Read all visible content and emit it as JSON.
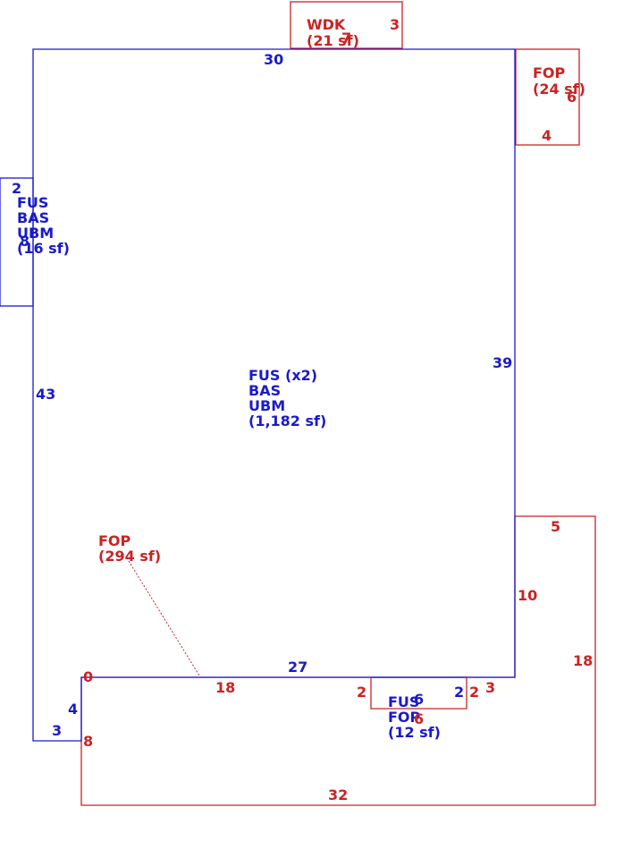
{
  "colors": {
    "blue": "#1a1acc",
    "red": "#cc2222"
  },
  "areas": {
    "main": {
      "lines": [
        "FUS (x2)",
        "BAS",
        "UBM",
        "(1,182 sf)"
      ]
    },
    "left_bump": {
      "lines": [
        "FUS",
        "BAS",
        "UBM",
        "(16 sf)"
      ]
    },
    "wdk": {
      "lines": [
        "WDK",
        "(21 sf)"
      ]
    },
    "fop_top": {
      "lines": [
        "FOP",
        "(24 sf)"
      ]
    },
    "fop_large": {
      "lines": [
        "FOP",
        "(294 sf)"
      ]
    },
    "fop_small": {
      "lines": [
        "FUS",
        "FOP",
        "(12 sf)"
      ]
    }
  },
  "dimensions": {
    "main_top": "30",
    "main_right": "39",
    "main_left": "43",
    "main_bottom": "27",
    "bottom_left_vertical": "4",
    "bottom_left_horizontal": "3",
    "left_bump_top": "2",
    "left_bump_side": "8",
    "wdk_width": "7",
    "wdk_height": "3",
    "fop_top_side": "6",
    "fop_top_bottom": "4",
    "fop_large_zero": "0",
    "fop_large_18": "18",
    "fop_large_left": "8",
    "fop_large_bottom": "32",
    "fop_large_right": "18",
    "fop_large_top": "5",
    "fop_large_step": "10",
    "fop_large_step_bottom": "3",
    "fop_small_left": "2",
    "fop_small_right": "2",
    "fop_small_right_red": "2",
    "fop_small_width_blue": "6",
    "fop_small_width_red": "6"
  }
}
